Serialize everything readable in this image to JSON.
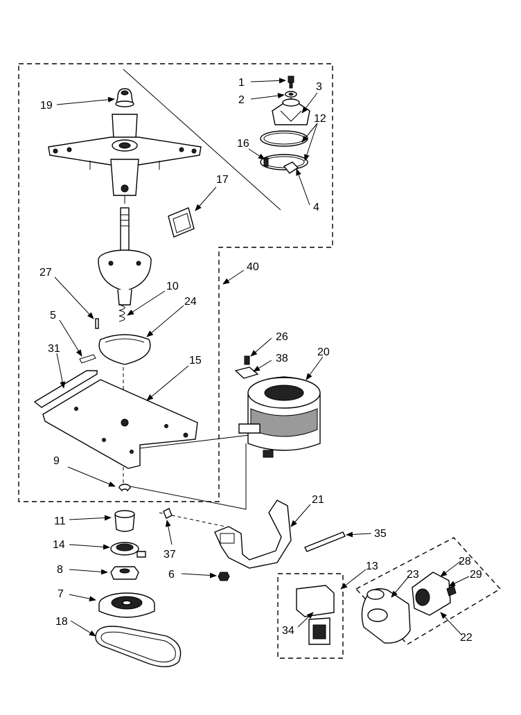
{
  "callouts": [
    "1",
    "2",
    "3",
    "12",
    "16",
    "4",
    "19",
    "17",
    "40",
    "27",
    "10",
    "24",
    "5",
    "31",
    "15",
    "26",
    "38",
    "20",
    "9",
    "21",
    "11",
    "37",
    "35",
    "14",
    "6",
    "13",
    "8",
    "28",
    "23",
    "29",
    "7",
    "34",
    "22",
    "18"
  ],
  "colors": {
    "ink": "#000000",
    "paper": "#ffffff",
    "shade": "#9a9a9a"
  }
}
